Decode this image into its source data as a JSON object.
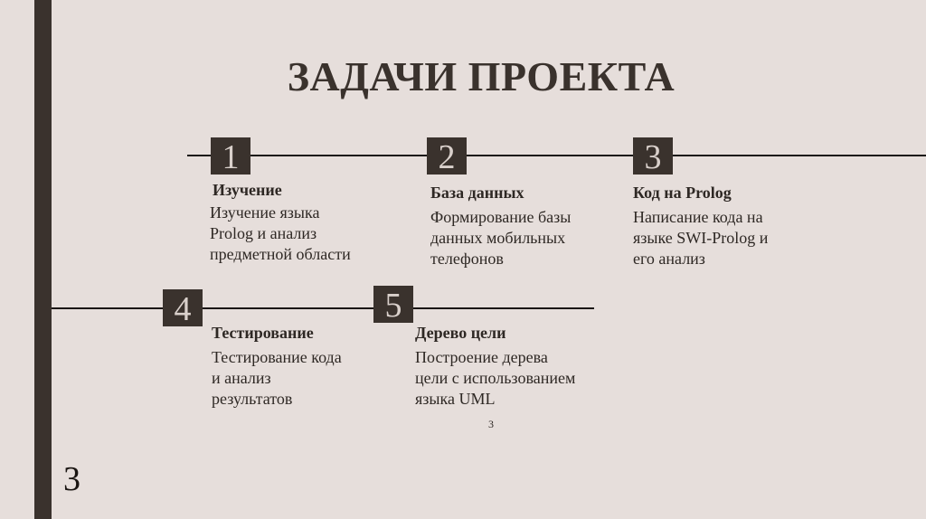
{
  "slide": {
    "title": "ЗАДАЧИ ПРОЕКТА",
    "slide_number": "3",
    "footer_number": "3",
    "colors": {
      "background": "#e6dedb",
      "accent_dark": "#3a322d",
      "number_text": "#d9d0cb"
    }
  },
  "tasks": [
    {
      "number": "1",
      "heading": "Изучение",
      "lines": [
        "Изучение языка",
        "Prolog и анализ",
        "предметной области"
      ]
    },
    {
      "number": "2",
      "heading": "База данных",
      "lines": [
        "Формирование базы",
        "данных мобильных",
        "телефонов"
      ]
    },
    {
      "number": "3",
      "heading": "Код на Prolog",
      "lines": [
        "Написание кода на",
        "языке SWI-Prolog и",
        "его анализ"
      ]
    },
    {
      "number": "4",
      "heading": "Тестирование",
      "lines": [
        "Тестирование кода",
        "и анализ",
        "результатов"
      ]
    },
    {
      "number": "5",
      "heading": "Дерево цели",
      "lines": [
        "Построение дерева",
        "цели с использованием",
        "языка UML"
      ]
    }
  ]
}
